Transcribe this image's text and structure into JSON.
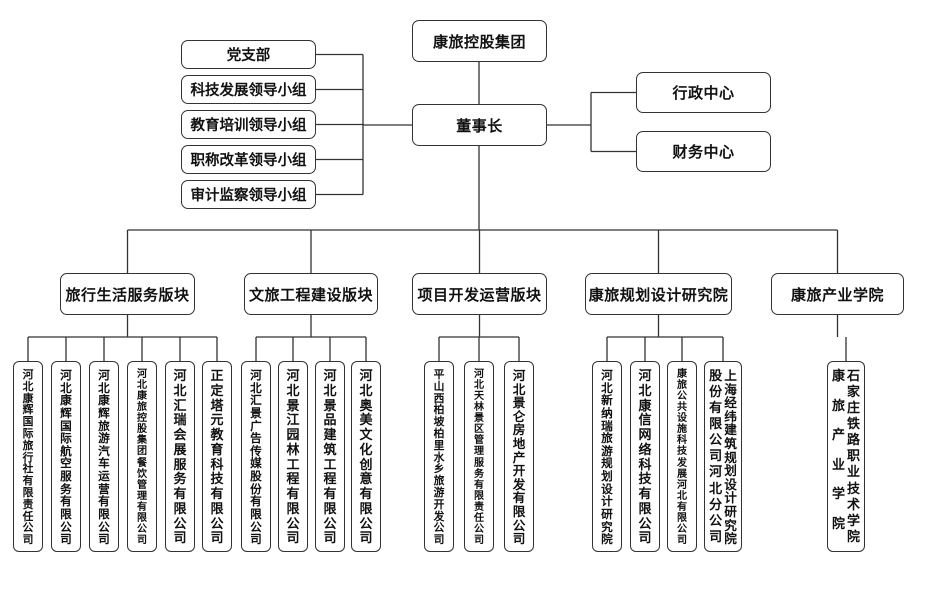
{
  "org": {
    "root": "康旅控股集团",
    "chairman": "董事长",
    "left_units": [
      "党支部",
      "科技发展领导小组",
      "教育培训领导小组",
      "职称改革领导小组",
      "审计监察领导小组"
    ],
    "right_units": [
      "行政中心",
      "财务中心"
    ],
    "divisions": [
      {
        "name": "旅行生活服务版块",
        "children": [
          [
            "河北康辉国际旅行社有限责任公司"
          ],
          [
            "河北康辉国际航空服务有限公司"
          ],
          [
            "河北康辉旅游汽车运营有限公司"
          ],
          [
            "河北康旅控股集团餐饮管理有限公司"
          ],
          [
            "河北汇瑞会展服务有限公司"
          ],
          [
            "正定塔元教育科技有限公司"
          ]
        ]
      },
      {
        "name": "文旅工程建设版块",
        "children": [
          [
            "河北汇景广告传媒股份有限公司"
          ],
          [
            "河北景江园林工程有限公司"
          ],
          [
            "河北景品建筑工程有限公司"
          ],
          [
            "河北奥美文化创意有限公司"
          ]
        ]
      },
      {
        "name": "项目开发运营版块",
        "children": [
          [
            "平山西柏坡柏里水乡旅游开发公司"
          ],
          [
            "河北天林景区管理服务有限责任公司"
          ],
          [
            "河北景仑房地产开发有限公司"
          ]
        ]
      },
      {
        "name": "康旅规划设计研究院",
        "children": [
          [
            "河北新纳瑞旅游规划设计研究院"
          ],
          [
            "河北康信网络科技有限公司"
          ],
          [
            "康旅公共设施科技发展河北有限公司"
          ],
          [
            "上海经纬建筑规划设计研究院",
            "股份有限公司河北分公司"
          ]
        ]
      },
      {
        "name": "康旅产业学院",
        "children": [
          [
            "石家庄铁路职业技术学院",
            "康旅产业学院"
          ]
        ]
      }
    ]
  }
}
